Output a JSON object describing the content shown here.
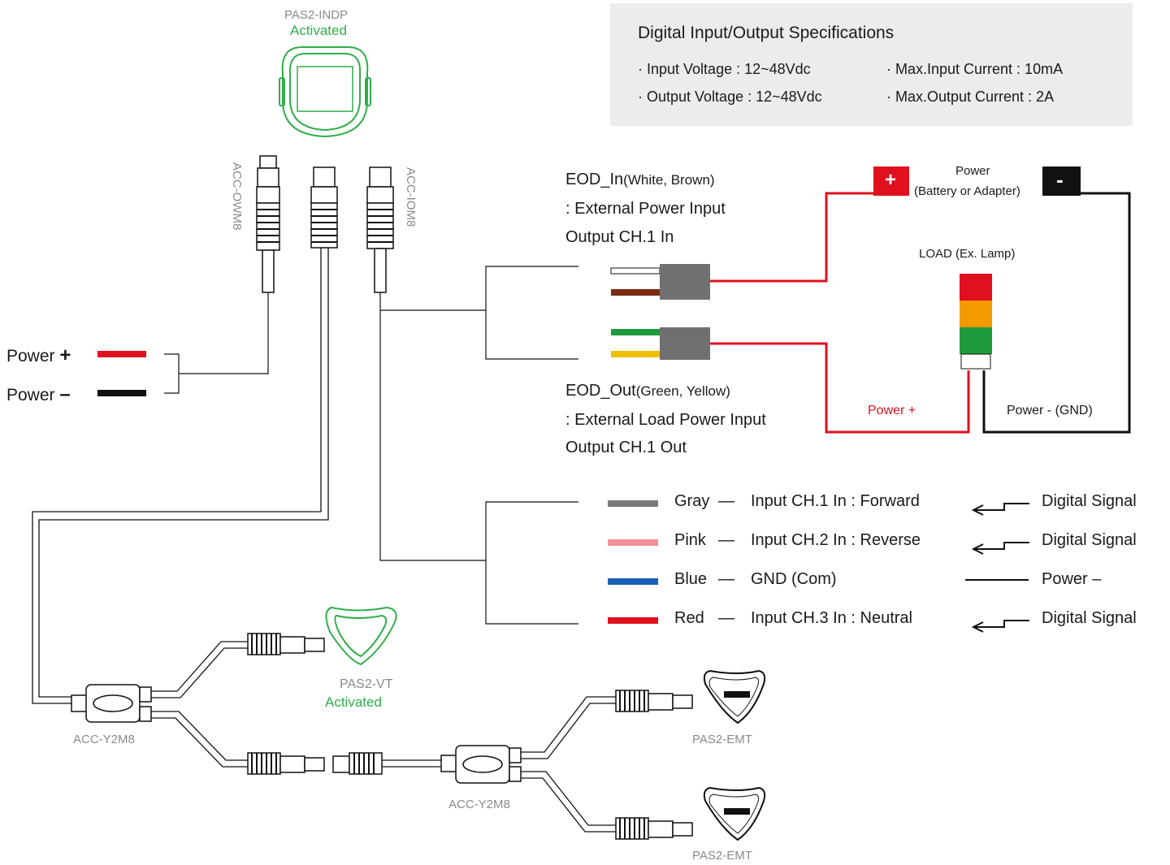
{
  "specs": {
    "title": "Digital Input/Output  Specifications",
    "input_voltage": "·  Input Voltage : 12~48Vdc",
    "output_voltage": "·  Output Voltage : 12~48Vdc",
    "max_input_current": "·  Max.Input Current : 10mA",
    "max_output_current": "·  Max.Output  Current : 2A"
  },
  "devices": {
    "indp_name": "PAS2-INDP",
    "indp_status": "Activated",
    "vt_name": "PAS2-VT",
    "vt_status": "Activated",
    "emt_top": "PAS2-EMT",
    "emt_bottom": "PAS2-EMT",
    "cable_owm8": "ACC-OWM8",
    "cable_iom8": "ACC-IOM8",
    "y2m8_left": "ACC-Y2M8",
    "y2m8_mid": "ACC-Y2M8"
  },
  "power_input": {
    "plus_label": "Power",
    "plus_sign": "+",
    "minus_label": "Power",
    "minus_sign": "–"
  },
  "eod_in": {
    "title": "EOD_In",
    "colors": "(White,  Brown)",
    "line2": ": External Power Input",
    "line3": "Output  CH.1 In"
  },
  "eod_out": {
    "title": "EOD_Out",
    "colors": "(Green, Yellow)",
    "line2": ": External Load Power Input",
    "line3": "Output  CH.1 Out"
  },
  "power_source": {
    "title": "Power",
    "subtitle": "(Battery or Adapter)",
    "plus": "+",
    "minus": "-"
  },
  "load": {
    "title": "LOAD (Ex. Lamp)",
    "power_plus": "Power +",
    "power_minus": "Power  -  (GND)"
  },
  "signals": [
    {
      "color_name": "Gray",
      "dash": "—",
      "desc": "Input CH.1 In : Forward",
      "right": "Digital Signal",
      "swatch": "#7a7a7a",
      "kind": "signal"
    },
    {
      "color_name": "Pink",
      "dash": "—",
      "desc": "Input CH.2 In : Reverse",
      "right": "Digital Signal",
      "swatch": "#f0909a",
      "kind": "signal"
    },
    {
      "color_name": "Blue",
      "dash": "—",
      "desc": "GND (Com)",
      "right": "Power –",
      "swatch": "#1a5fb4",
      "kind": "power"
    },
    {
      "color_name": "Red",
      "dash": "—",
      "desc": "Input CH.3 In : Neutral",
      "right": "Digital Signal",
      "swatch": "#e0101e",
      "kind": "signal"
    }
  ],
  "colors": {
    "red_wire": "#e0101e",
    "black_wire": "#111111",
    "brand_green": "#2fae4a",
    "lamp_red": "#e0101e",
    "lamp_amber": "#f39a00",
    "lamp_green": "#1f9a3a",
    "gray_box": "#ececec"
  }
}
